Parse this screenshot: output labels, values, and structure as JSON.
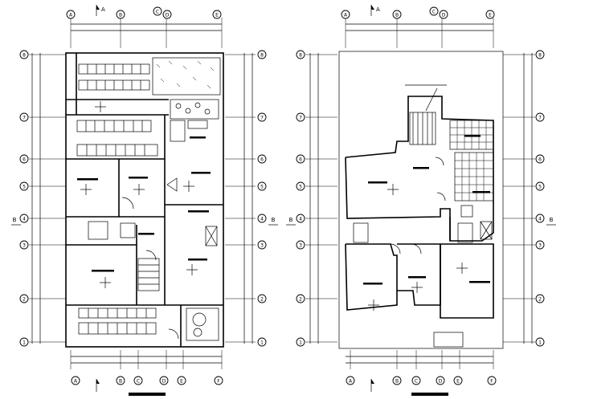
{
  "grid_columns_top": [
    "A",
    "B",
    "C",
    "D",
    "E"
  ],
  "grid_columns_bottom": [
    "A",
    "B",
    "C",
    "D",
    "E",
    "F"
  ],
  "grid_rows": [
    "8",
    "7",
    "6",
    "5",
    "4",
    "3",
    "2",
    "1"
  ],
  "section_a": "A",
  "section_b": "B"
}
